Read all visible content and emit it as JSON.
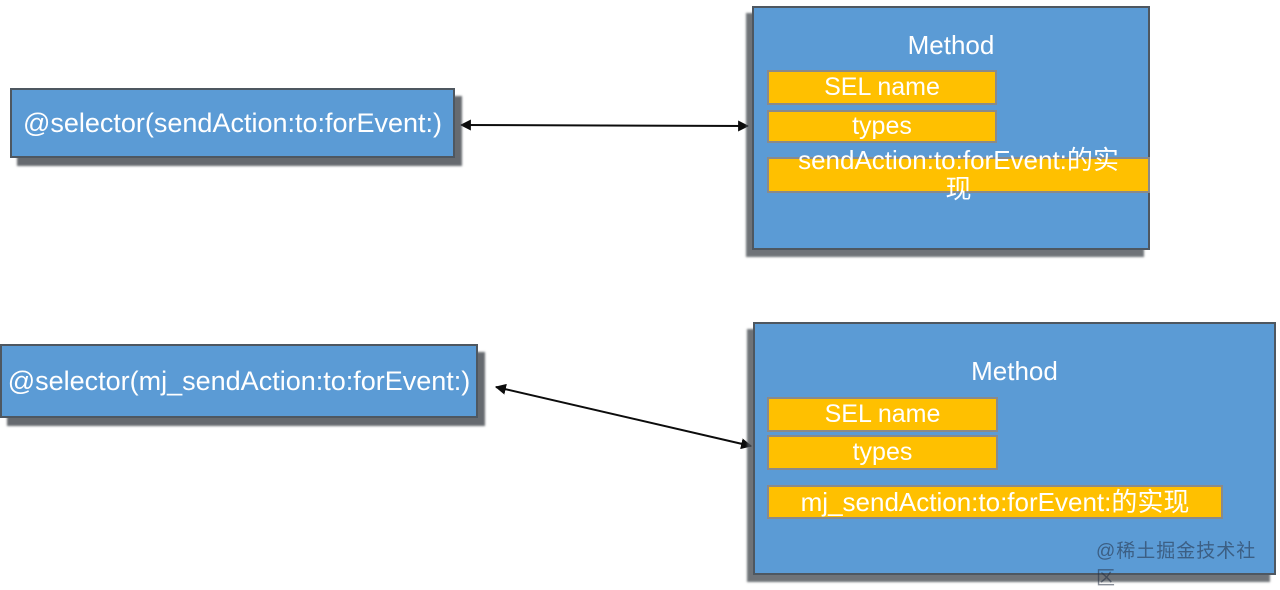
{
  "colors": {
    "background": "#ffffff",
    "box_blue": "#5b9bd5",
    "box_border": "#4e5760",
    "row_yellow": "#ffc000",
    "row_border": "#8a8a8a",
    "text": "#ffffff",
    "arrow": "#0c0c0c",
    "watermark": "rgba(35,46,66,0.55)"
  },
  "selectors": [
    {
      "label": "@selector(sendAction:to:forEvent:)"
    },
    {
      "label": "@selector(mj_sendAction:to:forEvent:)"
    }
  ],
  "methods": [
    {
      "title": "Method",
      "rows": {
        "sel": "SEL name",
        "types": "types",
        "impl": "sendAction:to:forEvent:的实现"
      }
    },
    {
      "title": "Method",
      "rows": {
        "sel": "SEL name",
        "types": "types",
        "impl": "mj_sendAction:to:forEvent:的实现"
      }
    }
  ],
  "watermark": "@稀土掘金技术社区"
}
